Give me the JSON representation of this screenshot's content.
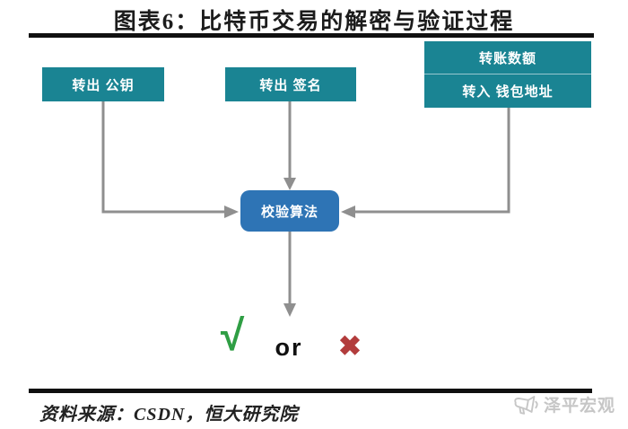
{
  "title": "图表6：比特币交易的解密与验证过程",
  "colors": {
    "box_teal": "#1A8493",
    "verify_blue": "#2E74B5",
    "arrow_gray": "#8F8F8F",
    "check_green": "#2F9E44",
    "cross_red": "#B23C3C",
    "rule_black": "#101010",
    "watermark_gray": "#C6C6C6"
  },
  "diagram": {
    "inputs": [
      {
        "label": "转出 公钥"
      },
      {
        "label": "转出 签名"
      },
      {
        "rows": [
          "转账数额",
          "转入 钱包地址"
        ]
      }
    ],
    "process": {
      "label": "校验算法"
    },
    "result": {
      "check": "√",
      "or": "or",
      "cross": "✖"
    }
  },
  "footer": {
    "source": "资料来源：CSDN，恒大研究院",
    "watermark": "泽平宏观"
  }
}
